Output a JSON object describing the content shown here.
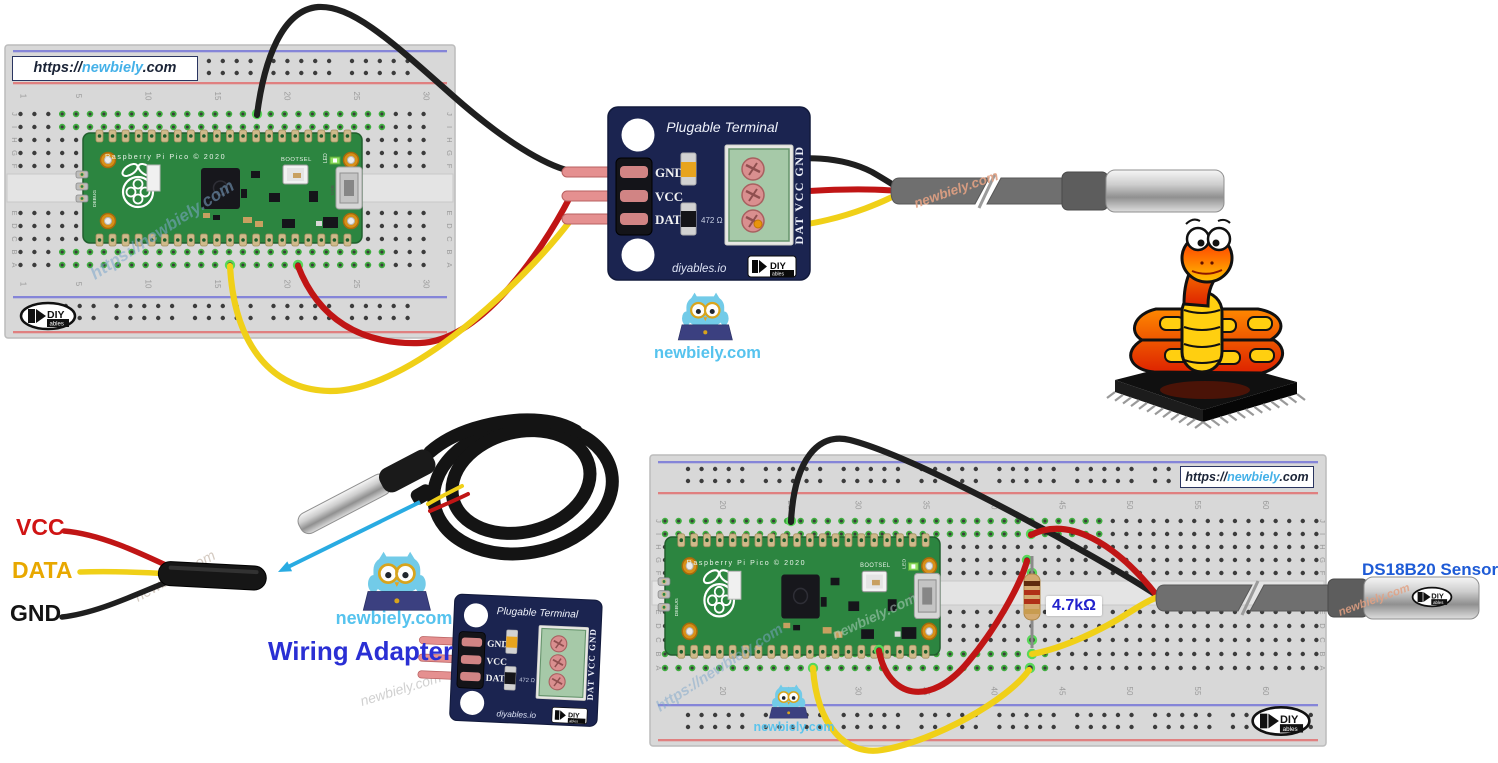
{
  "colors": {
    "wire_gnd": "#1f1f1f",
    "wire_vcc": "#c01515",
    "wire_data": "#f0d018",
    "arrow_blue": "#29abe2",
    "adapter_label_blue": "#2a2fd4",
    "sensor_label_blue": "#1e5bd6",
    "newbiely_blue": "#56c3ee",
    "terminal_pcb_navy": "#1b2450",
    "pico_green": "#2c8540",
    "breadboard_gray": "#d8d8d8",
    "watermark_orange": "#e2a183"
  },
  "brand": {
    "url_prefix": "https://",
    "url_site": "newbiely",
    "url_suffix": ".com",
    "site_full": "newbiely.com",
    "url_full": "https://newbiely.com"
  },
  "breadboard_top": {
    "numbers": [
      "1",
      "5",
      "10",
      "15",
      "20",
      "25",
      "30"
    ],
    "letters": [
      "J",
      "I",
      "H",
      "G",
      "F",
      "E",
      "D",
      "C",
      "B",
      "A"
    ]
  },
  "breadboard_bottom": {
    "numbers": [
      "20",
      "25",
      "30",
      "35",
      "40",
      "45",
      "50",
      "55",
      "60"
    ],
    "letters": [
      "J",
      "I",
      "H",
      "G",
      "F",
      "E",
      "D",
      "C",
      "B",
      "A"
    ]
  },
  "pico": {
    "title": "Raspberry Pi Pico © 2020",
    "bootsel": "BOOTSEL",
    "led": "LED",
    "debug": "DEBUG",
    "usb": "USB"
  },
  "terminal_module": {
    "title": "Plugable Terminal",
    "pin_labels": [
      "GND",
      "VCC",
      "DAT"
    ],
    "block_label": "DAT VCC GND",
    "resistor_label": "472 Ω",
    "brand": "diyables.io",
    "logo_diy": "DIY",
    "logo_ables": "ables"
  },
  "bottom_left": {
    "wire_labels": [
      {
        "text": "VCC",
        "color": "#d01414"
      },
      {
        "text": "DATA",
        "color": "#e8a800"
      },
      {
        "text": "GND",
        "color": "#141414"
      }
    ],
    "adapter_label": "Wiring Adapter"
  },
  "bottom_right": {
    "resistor_value": "4.7kΩ",
    "sensor_label": "DS18B20 Sensor"
  },
  "diy_logo": {
    "diy": "DIY",
    "ables": "ables"
  }
}
